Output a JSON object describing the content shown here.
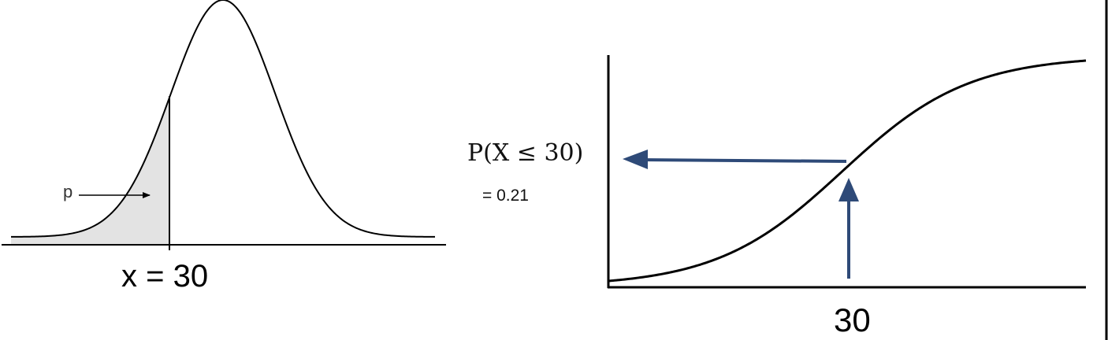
{
  "pdf_panel": {
    "area_label": "p",
    "x_label": "x = 30"
  },
  "cdf_panel": {
    "probability_label": "P(X ≤ 30)",
    "probability_value": "= 0.21",
    "x_tick": "30"
  },
  "colors": {
    "curve": "#000000",
    "shaded_area": "#e3e3e3",
    "arrow": "#2e4a78"
  }
}
